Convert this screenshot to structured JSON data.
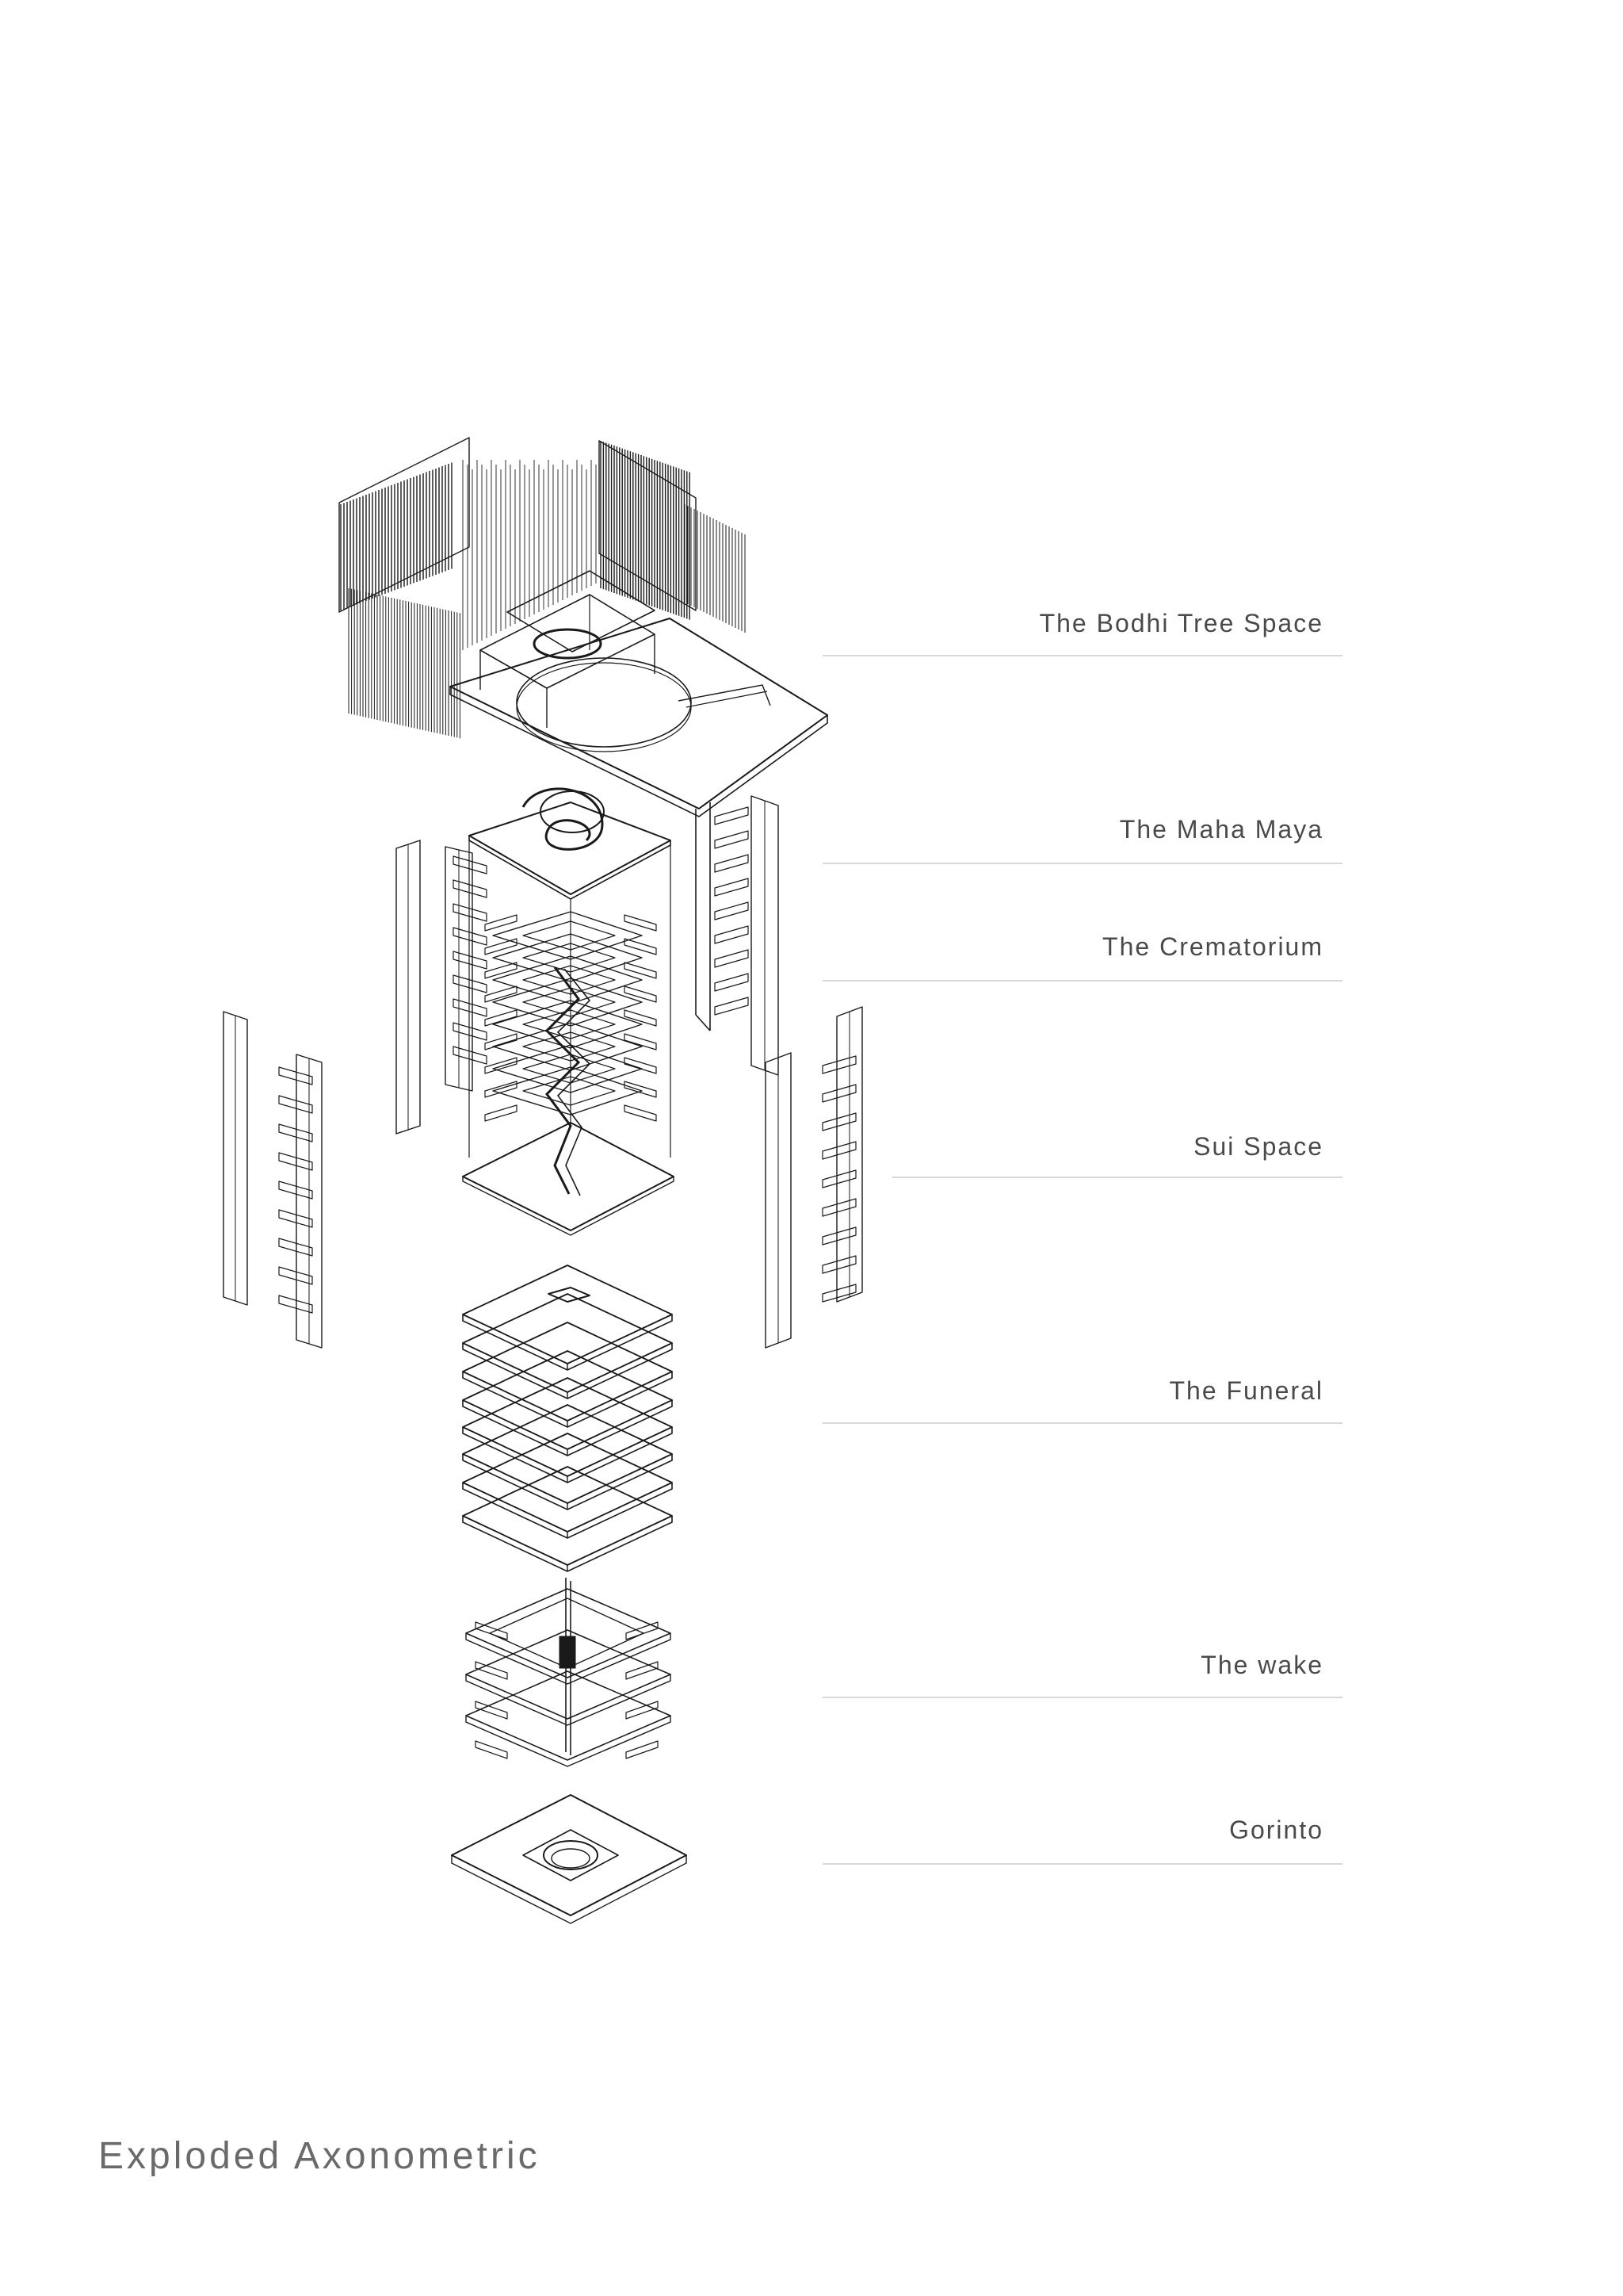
{
  "sheet_title": "Exploded Axonometric",
  "layers": [
    {
      "id": "bodhi",
      "label": "The Bodhi Tree Space"
    },
    {
      "id": "maha",
      "label": "The Maha Maya"
    },
    {
      "id": "crematorium",
      "label": "The Crematorium"
    },
    {
      "id": "sui",
      "label": "Sui Space"
    },
    {
      "id": "funeral",
      "label": "The Funeral"
    },
    {
      "id": "wake",
      "label": "The wake"
    },
    {
      "id": "gorinto",
      "label": "Gorinto"
    }
  ],
  "colors": {
    "line": "#1a1a1a",
    "label_text": "#4a4a4a",
    "rule": "#d8d8d8",
    "title_text": "#6a6a6a"
  }
}
